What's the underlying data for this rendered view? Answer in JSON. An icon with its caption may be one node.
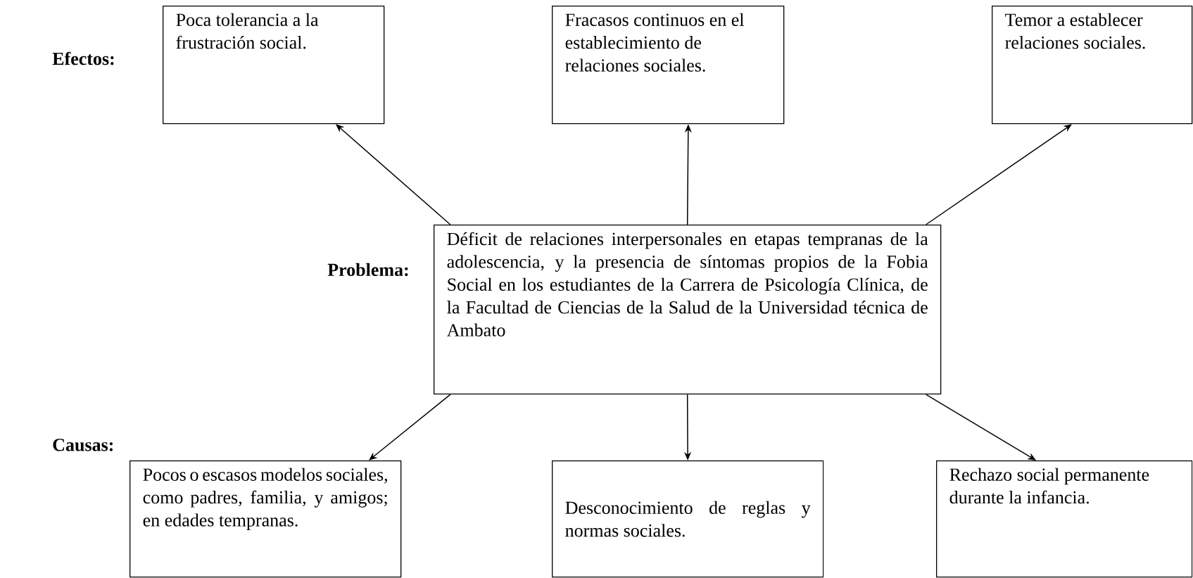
{
  "diagram": {
    "nodes": [
      {
        "text": [
          "Poca tolerancia a la frustración social."
        ]
      },
      {
        "text": [
          "Fracasos continuos en el establecimiento de relaciones sociales."
        ]
      },
      {
        "text": [
          "Temor a establecer relaciones sociales."
        ]
      },
      {
        "text": [
          "Déficit de relaciones interpersonales en etapas tempranas de la adolescencia, y la presencia de síntomas propios de la Fobia Social en los estudiantes de la Carrera de Psicología Clínica, de la Facultad de Ciencias de la Salud de la Universidad técnica de Ambato"
        ]
      },
      {
        "text": [
          "Pocos o escasos modelos sociales, como padres, familia, y amigos; en edades tempranas."
        ]
      },
      {
        "text": [
          "Desconocimiento de reglas y normas sociales."
        ]
      },
      {
        "text": [
          "Rechazo social permanente durante la infancia."
        ]
      }
    ],
    "edges": [
      {
        "from": 3,
        "to": 0,
        "arrow": "to"
      },
      {
        "from": 3,
        "to": 1,
        "arrow": "to"
      },
      {
        "from": 3,
        "to": 2,
        "arrow": "to"
      },
      {
        "from": 3,
        "to": 4,
        "arrow": "to"
      },
      {
        "from": 3,
        "to": 5,
        "arrow": "to"
      },
      {
        "from": 3,
        "to": 6,
        "arrow": "to"
      }
    ],
    "labels": [
      "Efectos:",
      "Problema:",
      "Causas:"
    ]
  }
}
